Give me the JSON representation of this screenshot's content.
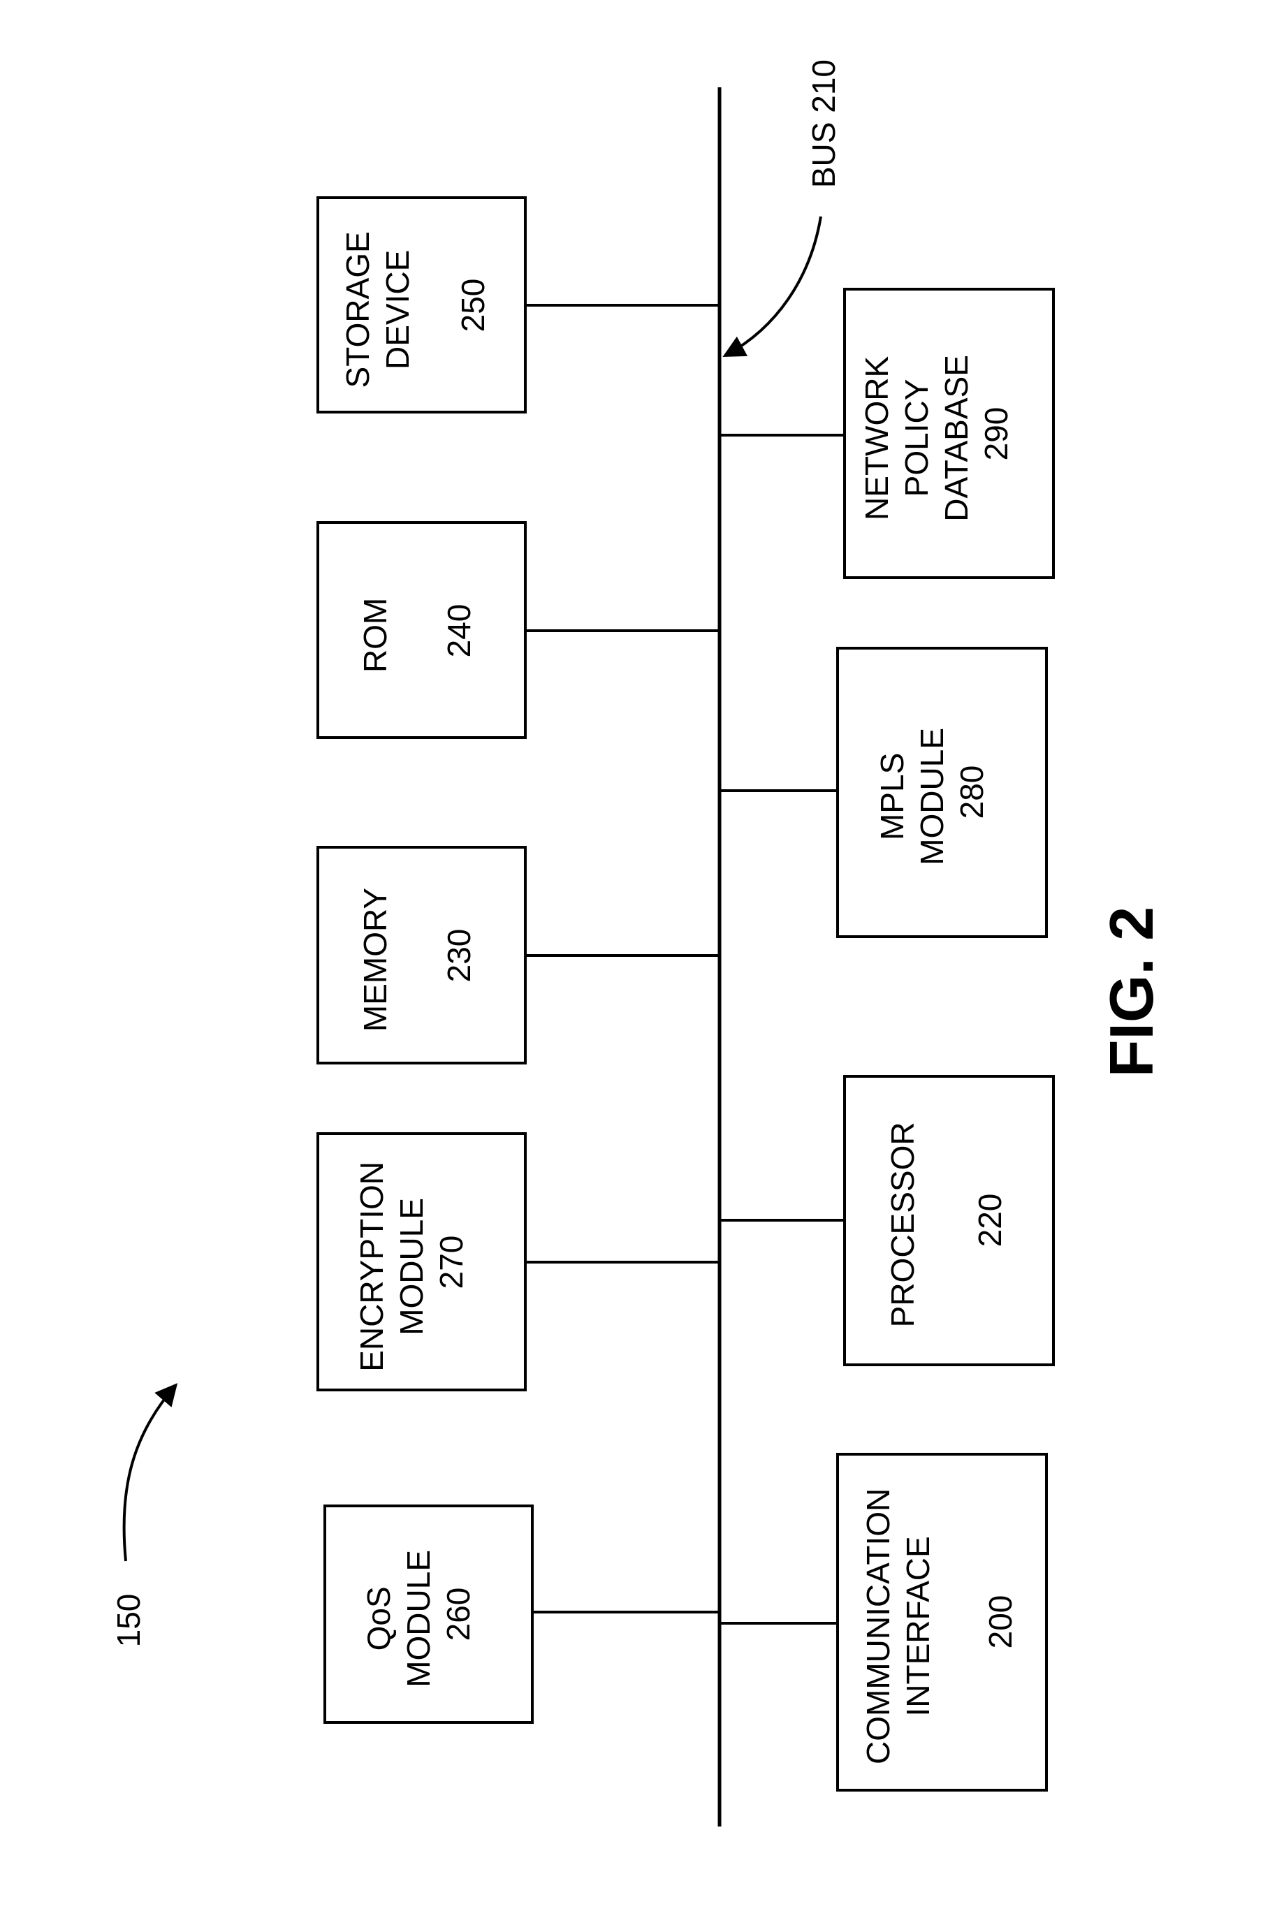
{
  "figure": {
    "caption": "FIG. 2",
    "reference": "150"
  },
  "bus": {
    "label": "BUS 210"
  },
  "components": {
    "storage_device": {
      "lines": [
        "STORAGE",
        "DEVICE"
      ],
      "number": "250"
    },
    "rom": {
      "lines": [
        "ROM"
      ],
      "number": "240"
    },
    "memory": {
      "lines": [
        "MEMORY"
      ],
      "number": "230"
    },
    "encryption_module": {
      "lines": [
        "ENCRYPTION",
        "MODULE"
      ],
      "number": "270"
    },
    "qos_module": {
      "lines": [
        "QoS",
        "MODULE"
      ],
      "number": "260"
    },
    "network_policy_database": {
      "lines": [
        "NETWORK",
        "POLICY",
        "DATABASE"
      ],
      "number": "290"
    },
    "mpls_module": {
      "lines": [
        "MPLS",
        "MODULE"
      ],
      "number": "280"
    },
    "processor": {
      "lines": [
        "PROCESSOR"
      ],
      "number": "220"
    },
    "communication_interface": {
      "lines": [
        "COMMUNICATION",
        "INTERFACE"
      ],
      "number": "200"
    }
  }
}
